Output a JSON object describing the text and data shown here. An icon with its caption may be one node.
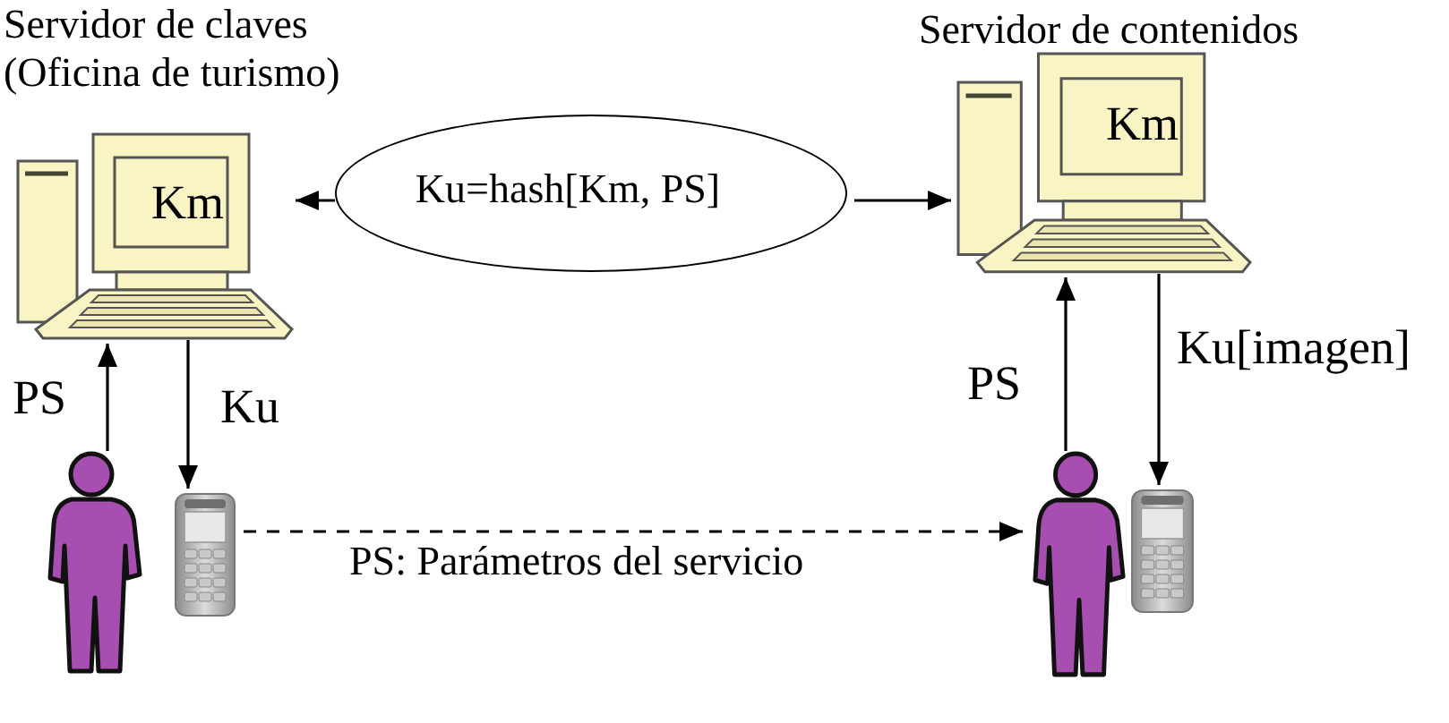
{
  "diagram": {
    "nodes": [
      {
        "text": [
          "Km"
        ],
        "beside": [
          "Servidor de claves (Oficina de turismo)"
        ]
      },
      {
        "text": [
          "Ku=hash[Km, PS]"
        ]
      },
      {
        "text": [
          "Km"
        ],
        "beside": [
          "Servidor de contenidos"
        ]
      },
      {
        "text": [],
        "shape": "person"
      },
      {
        "text": [],
        "shape": "phone"
      },
      {
        "text": [],
        "shape": "person"
      },
      {
        "text": [],
        "shape": "phone"
      }
    ],
    "edges": [
      {
        "from": 1,
        "to": 0,
        "arrow": "to"
      },
      {
        "from": 1,
        "to": 2,
        "arrow": "to"
      },
      {
        "from": 3,
        "to": 0,
        "arrow": "to",
        "label": "PS"
      },
      {
        "from": 0,
        "to": 4,
        "arrow": "to",
        "label": "Ku"
      },
      {
        "from": 4,
        "to": 5,
        "arrow": "to",
        "label": "PS: Parámetros del servicio",
        "style": "dashed"
      },
      {
        "from": 5,
        "to": 2,
        "arrow": "to",
        "label": "PS"
      },
      {
        "from": 2,
        "to": 6,
        "arrow": "to",
        "label": "Ku[imagen]"
      }
    ]
  }
}
